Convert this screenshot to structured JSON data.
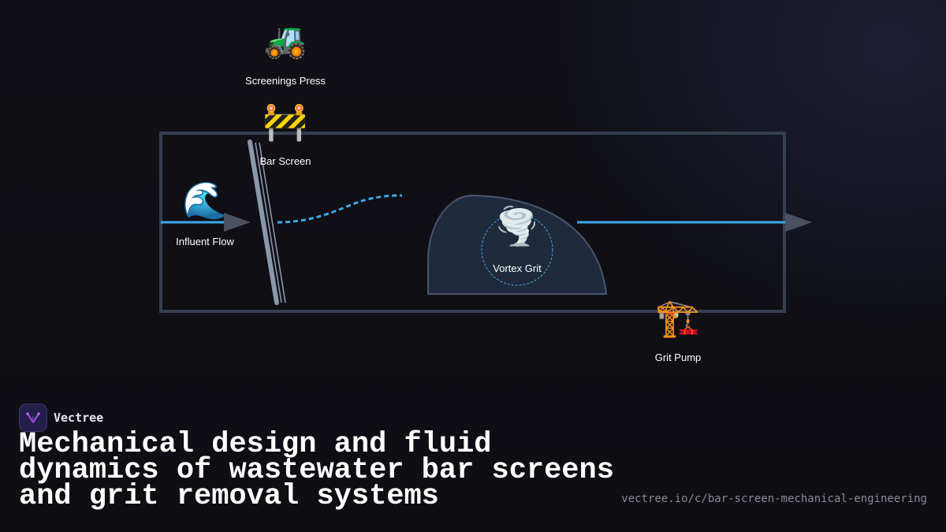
{
  "brand": {
    "name": "Vectree",
    "accent_color": "#a64ce6"
  },
  "title": "Mechanical design and fluid dynamics of wastewater bar screens and grit removal systems",
  "url": "vectree.io/c/bar-screen-mechanical-engineering",
  "diagram": {
    "colors": {
      "channel_outline": "#363f50",
      "flow_line": "#3da9e8",
      "arrow": "#4a5262",
      "tank_fill": "#1f2a3c",
      "tank_stroke": "#4a5670",
      "bar_screen": "#8b97ab"
    },
    "nodes": [
      {
        "id": "screenings-press",
        "icon": "tractor",
        "emoji": "🚜",
        "label": "Screenings Press"
      },
      {
        "id": "bar-screen",
        "icon": "construction-barrier",
        "emoji": "🚧",
        "label": "Bar Screen"
      },
      {
        "id": "influent-flow",
        "icon": "water-wave",
        "emoji": "🌊",
        "label": "Influent Flow"
      },
      {
        "id": "vortex-grit",
        "icon": "tornado",
        "emoji": "🌪️",
        "label": "Vortex Grit"
      },
      {
        "id": "grit-pump",
        "icon": "crane",
        "emoji": "🏗️",
        "label": "Grit Pump"
      }
    ]
  }
}
